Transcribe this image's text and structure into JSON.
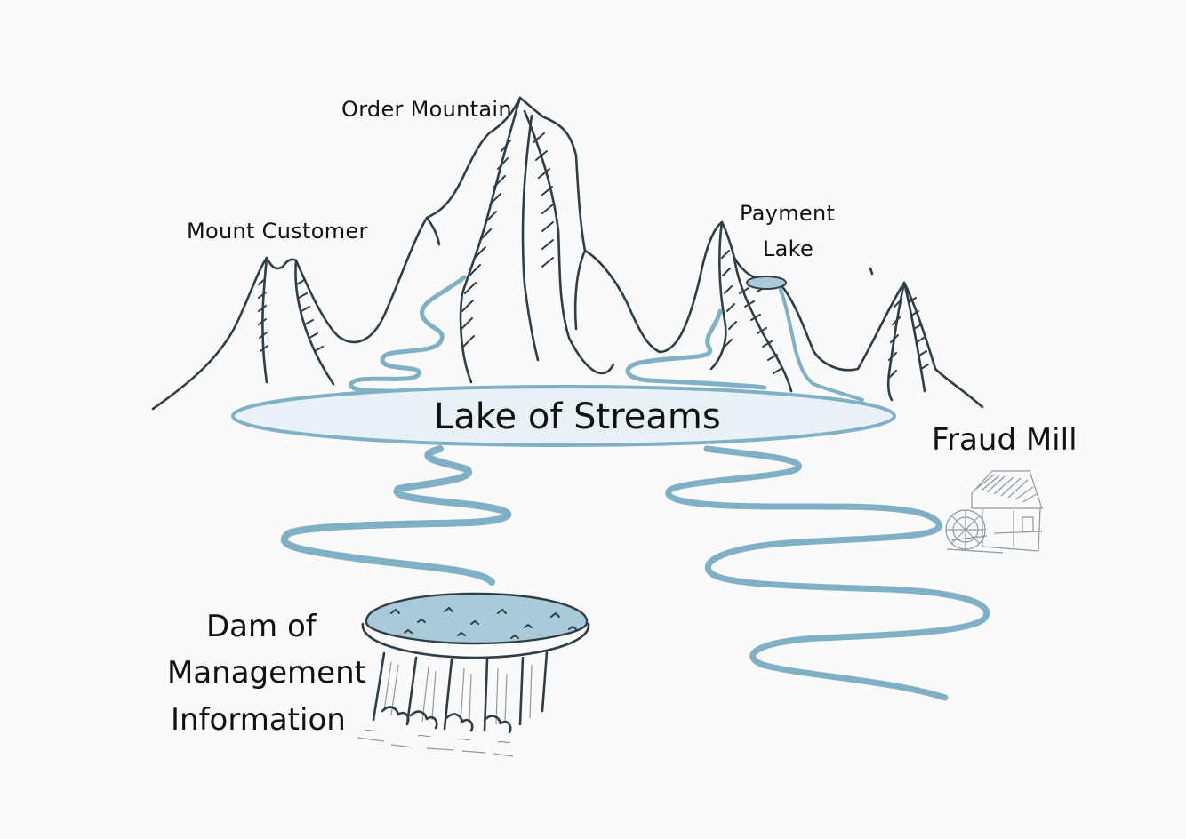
{
  "colors": {
    "background": "#fafafa",
    "ink": "#2f3d47",
    "water": "#7fb0c6",
    "lake_fill": "#e8f1f5",
    "pond_fill": "#a9cbd9"
  },
  "labels": {
    "order_mountain": "Order Mountain",
    "mount_customer": "Mount Customer",
    "payment_lake_line1": "Payment",
    "payment_lake_line2": "Lake",
    "lake_of_streams": "Lake of Streams",
    "fraud_mill": "Fraud Mill",
    "dam_line1": "Dam of",
    "dam_line2": "Management",
    "dam_line3": "Information"
  }
}
